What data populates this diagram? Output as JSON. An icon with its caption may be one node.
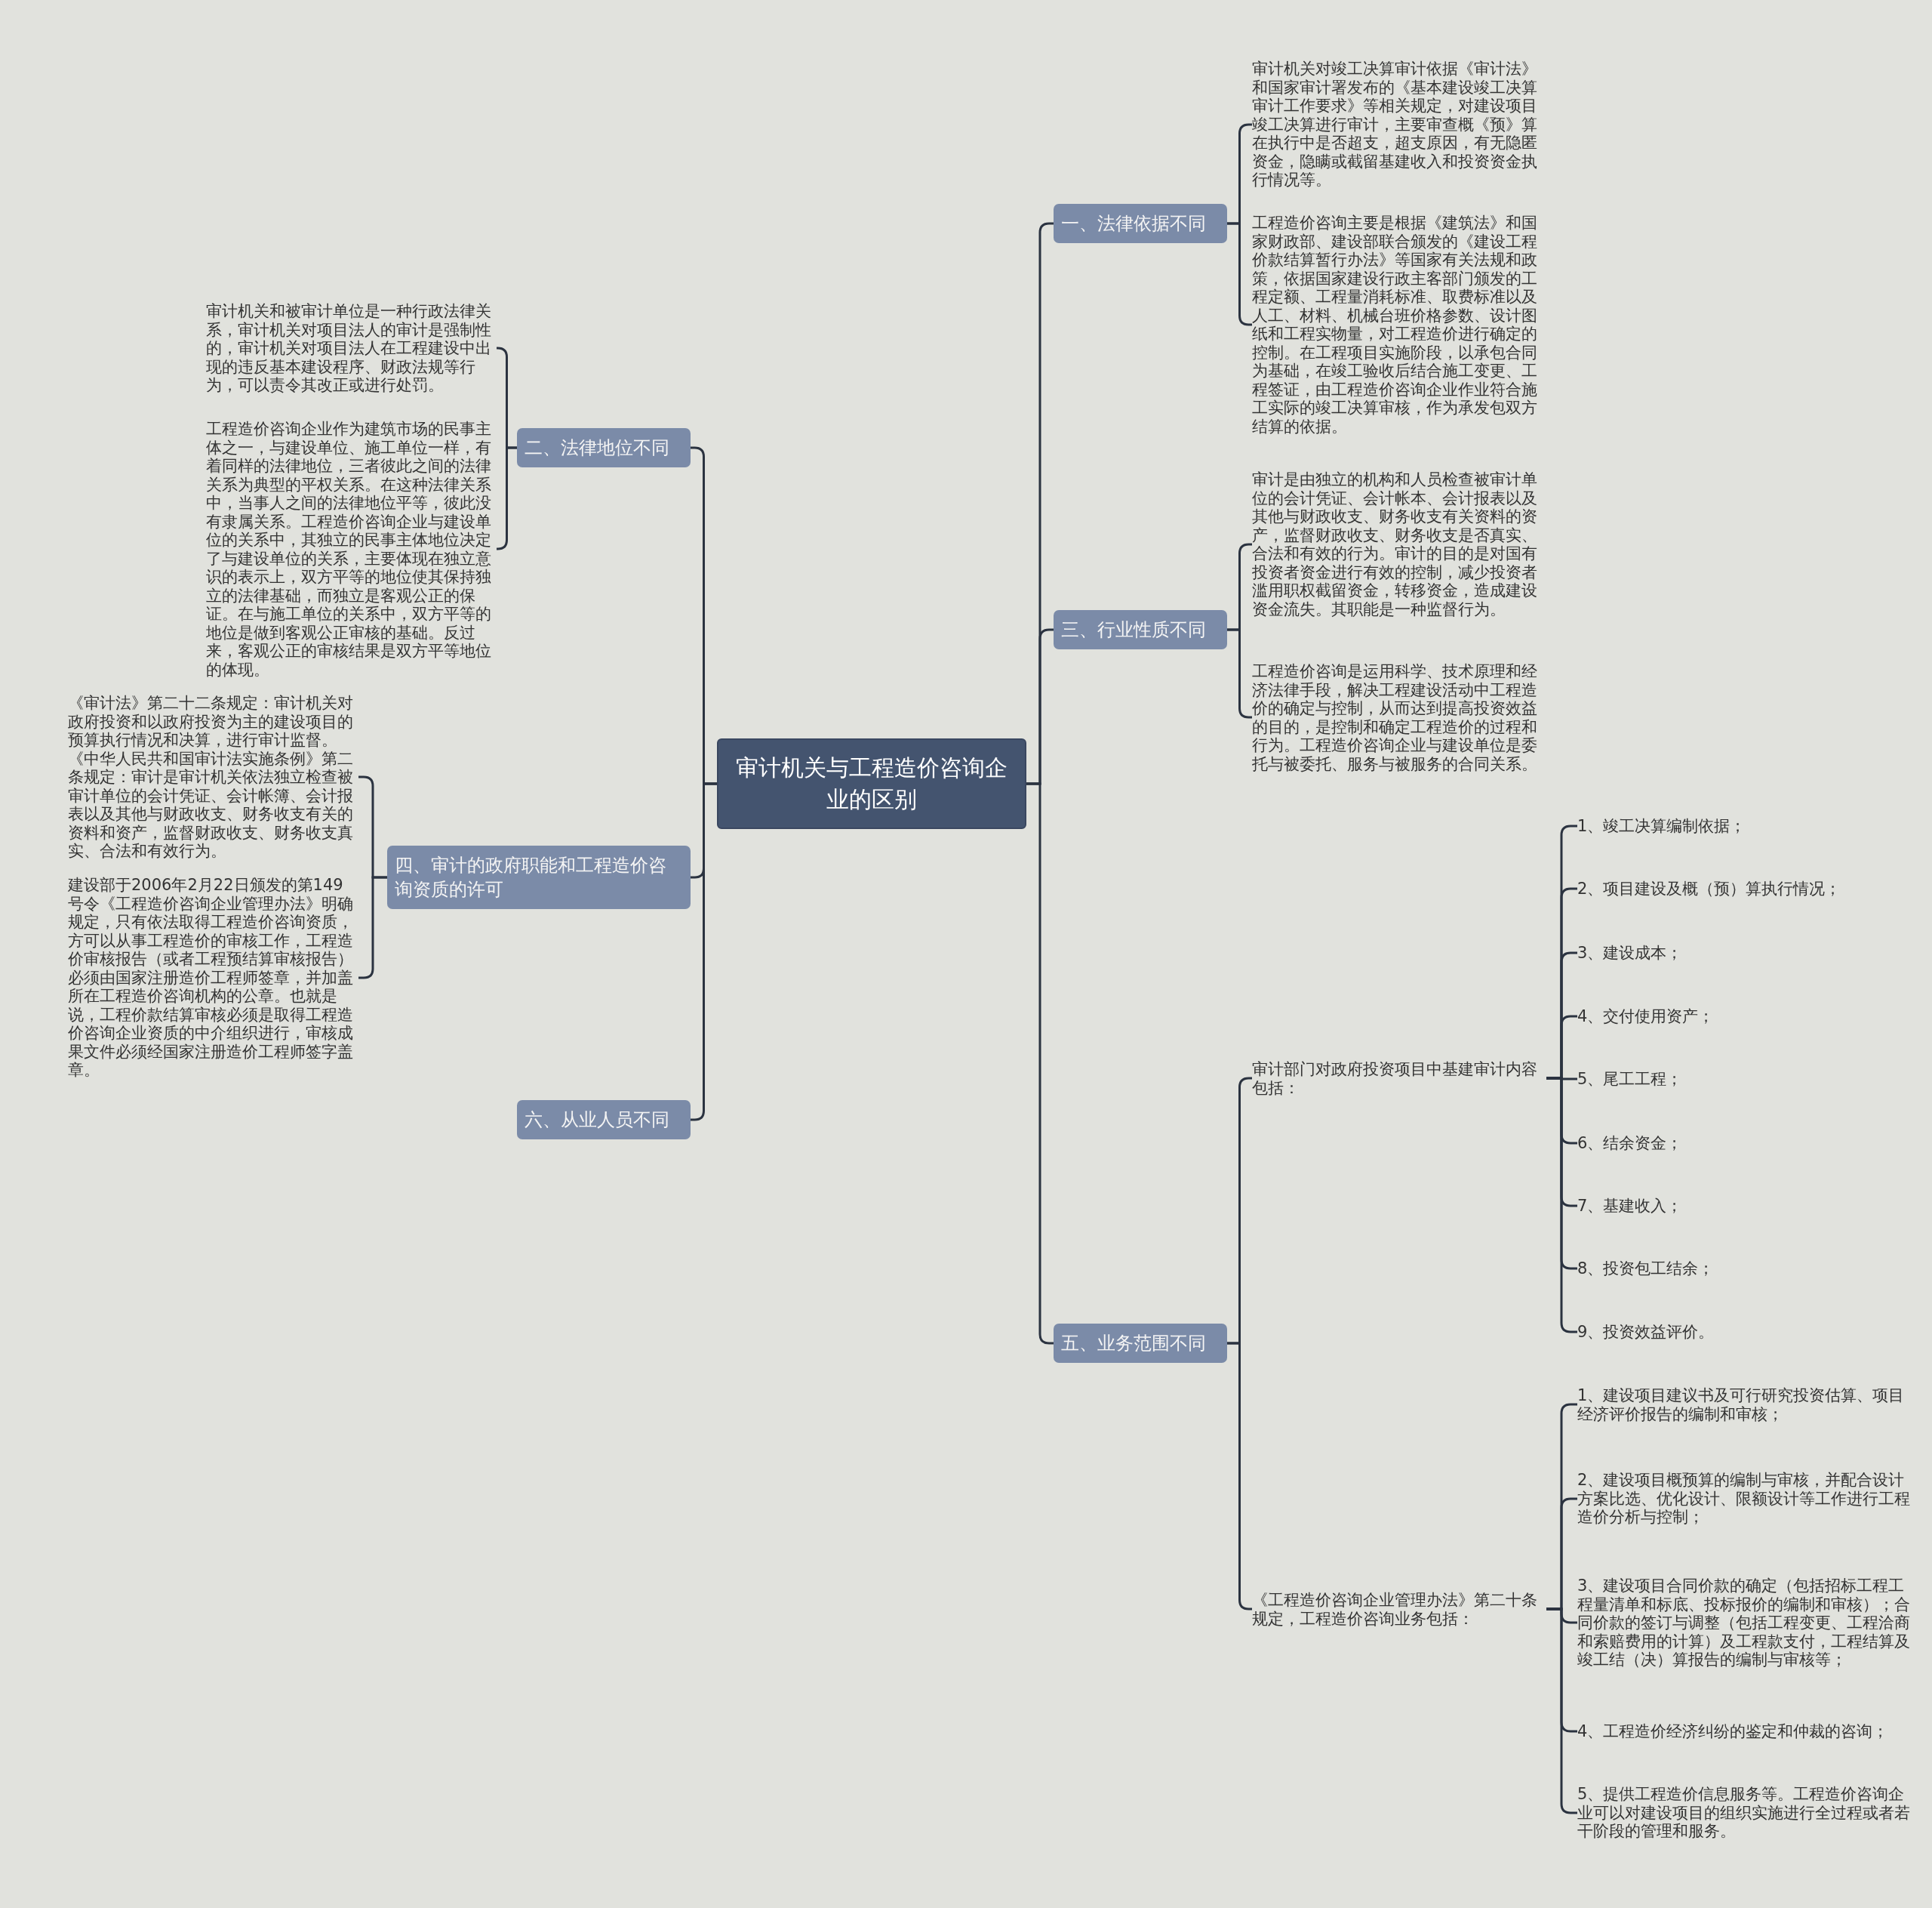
{
  "diagram": {
    "nodes": [
      {
        "text": [
          "审计机关与工程造价咨询企业的区别"
        ]
      },
      {
        "text": [
          "一、法律依据不同"
        ]
      },
      {
        "text": [
          "审计机关对竣工决算审计依据《审计法》和国家审计署发布的《基本建设竣工决算审计工作要求》等相关规定，对建设项目竣工决算进行审计，主要审查概《预》算在执行中是否超支，超支原因，有无隐匿资金，隐瞒或截留基建收入和投资资金执行情况等。"
        ]
      },
      {
        "text": [
          "工程造价咨询主要是根据《建筑法》和国家财政部、建设部联合颁发的《建设工程价款结算暂行办法》等国家有关法规和政策，依据国家建设行政主客部门颁发的工程定额、工程量消耗标准、取费标准以及人工、材料、机械台班价格参数、设计图纸和工程实物量，对工程造价进行确定的控制。在工程项目实施阶段，以承包合同为基础，在竣工验收后结合施工变更、工程签证，由工程造价咨询企业作业符合施工实际的竣工决算审核，作为承发包双方结算的依据。"
        ]
      },
      {
        "text": [
          "三、行业性质不同"
        ]
      },
      {
        "text": [
          "审计是由独立的机构和人员检查被审计单位的会计凭证、会计帐本、会计报表以及其他与财政收支、财务收支有关资料的资产，监督财政收支、财务收支是否真实、合法和有效的行为。审计的目的是对国有投资者资金进行有效的控制，减少投资者滥用职权截留资金，转移资金，造成建设资金流失。其职能是一种监督行为。"
        ]
      },
      {
        "text": [
          "工程造价咨询是运用科学、技术原理和经济法律手段，解决工程建设活动中工程造价的确定与控制，从而达到提高投资效益的目的，是控制和确定工程造价的过程和行为。工程造价咨询企业与建设单位是委托与被委托、服务与被服务的合同关系。"
        ]
      },
      {
        "text": [
          "五、业务范围不同"
        ]
      },
      {
        "text": [
          "审计部门对政府投资项目中基建审计内容包括："
        ]
      },
      {
        "text": [
          "1、竣工决算编制依据；"
        ]
      },
      {
        "text": [
          "2、项目建设及概（预）算执行情况；"
        ]
      },
      {
        "text": [
          "3、建设成本；"
        ]
      },
      {
        "text": [
          "4、交付使用资产；"
        ]
      },
      {
        "text": [
          "5、尾工工程；"
        ]
      },
      {
        "text": [
          "6、结余资金；"
        ]
      },
      {
        "text": [
          "7、基建收入；"
        ]
      },
      {
        "text": [
          "8、投资包工结余；"
        ]
      },
      {
        "text": [
          "9、投资效益评价。"
        ]
      },
      {
        "text": [
          "《工程造价咨询企业管理办法》第二十条规定，工程造价咨询业务包括："
        ]
      },
      {
        "text": [
          "1、建设项目建议书及可行研究投资估算、项目经济评价报告的编制和审核；"
        ]
      },
      {
        "text": [
          "2、建设项目概预算的编制与审核，并配合设计方案比选、优化设计、限额设计等工作进行工程造价分析与控制；"
        ]
      },
      {
        "text": [
          "3、建设项目合同价款的确定（包括招标工程工程量清单和标底、投标报价的编制和审核）；合同价款的签订与调整（包括工程变更、工程洽商和索赔费用的计算）及工程款支付，工程结算及竣工结（决）算报告的编制与审核等；"
        ]
      },
      {
        "text": [
          "4、工程造价经济纠纷的鉴定和仲裁的咨询；"
        ]
      },
      {
        "text": [
          "5、提供工程造价信息服务等。工程造价咨询企业可以对建设项目的组织实施进行全过程或者若干阶段的管理和服务。"
        ]
      },
      {
        "text": [
          "二、法律地位不同"
        ]
      },
      {
        "text": [
          "审计机关和被审计单位是一种行政法律关系，审计机关对项目法人的审计是强制性的，审计机关对项目法人在工程建设中出现的违反基本建设程序、财政法规等行为，可以责令其改正或进行处罚。"
        ]
      },
      {
        "text": [
          "工程造价咨询企业作为建筑市场的民事主体之一，与建设单位、施工单位一样，有着同样的法律地位，三者彼此之间的法律关系为典型的平权关系。在这种法律关系中，当事人之间的法律地位平等，彼此没有隶属关系。工程造价咨询企业与建设单位的关系中，其独立的民事主体地位决定了与建设单位的关系，主要体现在独立意识的表示上，双方平等的地位使其保持独立的法律基础，而独立是客观公正的保证。在与施工单位的关系中，双方平等的地位是做到客观公正审核的基础。反过来，客观公正的审核结果是双方平等地位的体现。"
        ]
      },
      {
        "text": [
          "四、审计的政府职能和工程造价咨询资质的许可"
        ]
      },
      {
        "text": [
          "《审计法》第二十二条规定：审计机关对政府投资和以政府投资为主的建设项目的预算执行情况和决算，进行审计监督。《中华人民共和国审计法实施条例》第二条规定：审计是审计机关依法独立检查被审计单位的会计凭证、会计帐簿、会计报表以及其他与财政收支、财务收支有关的资料和资产，监督财政收支、财务收支真实、合法和有效行为。"
        ]
      },
      {
        "text": [
          "建设部于2006年2月22日颁发的第149号令《工程造价咨询企业管理办法》明确规定，只有依法取得工程造价咨询资质，方可以从事工程造价的审核工作，工程造价审核报告（或者工程预结算审核报告）必须由国家注册造价工程师签章，并加盖所在工程造价咨询机构的公章。也就是说，工程价款结算审核必须是取得工程造价咨询企业资质的中介组织进行，审核成果文件必须经国家注册造价工程师签字盖章。"
        ]
      },
      {
        "text": [
          "六、从业人员不同"
        ]
      }
    ],
    "edges": [
      {
        "from": 0,
        "to": 1,
        "arrow": "none"
      },
      {
        "from": 1,
        "to": 2,
        "arrow": "none"
      },
      {
        "from": 1,
        "to": 3,
        "arrow": "none"
      },
      {
        "from": 0,
        "to": 4,
        "arrow": "none"
      },
      {
        "from": 4,
        "to": 5,
        "arrow": "none"
      },
      {
        "from": 4,
        "to": 6,
        "arrow": "none"
      },
      {
        "from": 0,
        "to": 7,
        "arrow": "none"
      },
      {
        "from": 7,
        "to": 8,
        "arrow": "none"
      },
      {
        "from": 8,
        "to": 9,
        "arrow": "none"
      },
      {
        "from": 8,
        "to": 10,
        "arrow": "none"
      },
      {
        "from": 8,
        "to": 11,
        "arrow": "none"
      },
      {
        "from": 8,
        "to": 12,
        "arrow": "none"
      },
      {
        "from": 8,
        "to": 13,
        "arrow": "none"
      },
      {
        "from": 8,
        "to": 14,
        "arrow": "none"
      },
      {
        "from": 8,
        "to": 15,
        "arrow": "none"
      },
      {
        "from": 8,
        "to": 16,
        "arrow": "none"
      },
      {
        "from": 8,
        "to": 17,
        "arrow": "none"
      },
      {
        "from": 7,
        "to": 18,
        "arrow": "none"
      },
      {
        "from": 18,
        "to": 19,
        "arrow": "none"
      },
      {
        "from": 18,
        "to": 20,
        "arrow": "none"
      },
      {
        "from": 18,
        "to": 21,
        "arrow": "none"
      },
      {
        "from": 18,
        "to": 22,
        "arrow": "none"
      },
      {
        "from": 18,
        "to": 23,
        "arrow": "none"
      },
      {
        "from": 0,
        "to": 24,
        "arrow": "none"
      },
      {
        "from": 24,
        "to": 25,
        "arrow": "none"
      },
      {
        "from": 24,
        "to": 26,
        "arrow": "none"
      },
      {
        "from": 0,
        "to": 27,
        "arrow": "none"
      },
      {
        "from": 27,
        "to": 28,
        "arrow": "none"
      },
      {
        "from": 27,
        "to": 29,
        "arrow": "none"
      },
      {
        "from": 0,
        "to": 30,
        "arrow": "none"
      }
    ]
  }
}
